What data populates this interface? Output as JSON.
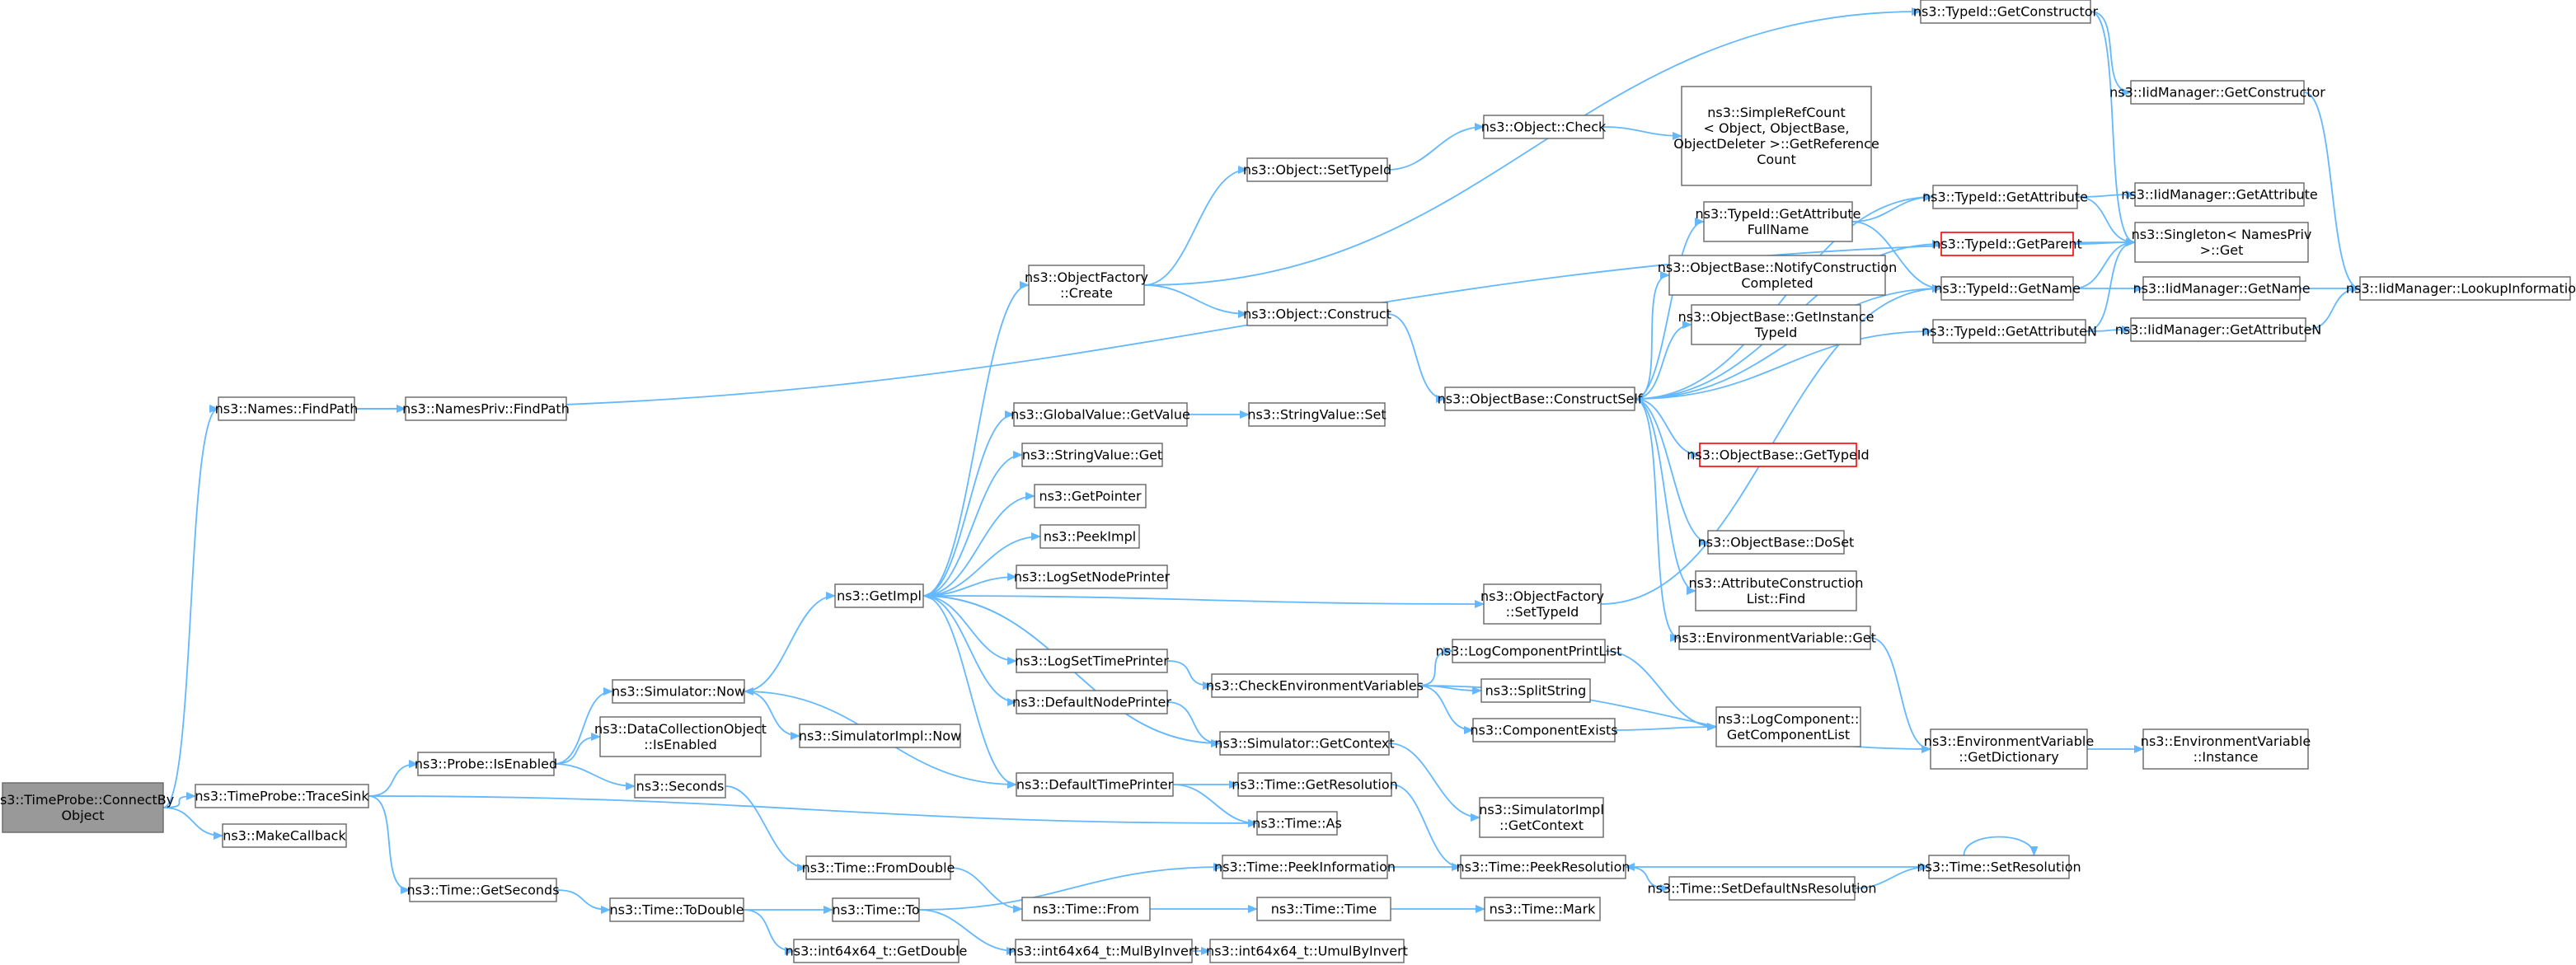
{
  "colors": {
    "edge": "#63b8ff",
    "node_border": "#666666",
    "root_fill": "#999999",
    "highlight_border": "#ff0000"
  },
  "nodes": [
    {
      "id": "connect",
      "lines": [
        "ns3::TimeProbe::ConnectBy",
        "Object"
      ],
      "style": "root"
    },
    {
      "id": "findpath",
      "lines": [
        "ns3::Names::FindPath"
      ]
    },
    {
      "id": "namesprivfind",
      "lines": [
        "ns3::NamesPriv::FindPath"
      ]
    },
    {
      "id": "tracesink",
      "lines": [
        "ns3::TimeProbe::TraceSink"
      ]
    },
    {
      "id": "makecb",
      "lines": [
        "ns3::MakeCallback"
      ]
    },
    {
      "id": "probeen",
      "lines": [
        "ns3::Probe::IsEnabled"
      ]
    },
    {
      "id": "simnow",
      "lines": [
        "ns3::Simulator::Now"
      ]
    },
    {
      "id": "dco",
      "lines": [
        "ns3::DataCollectionObject",
        "::IsEnabled"
      ]
    },
    {
      "id": "seconds",
      "lines": [
        "ns3::Seconds"
      ]
    },
    {
      "id": "simimplnow",
      "lines": [
        "ns3::SimulatorImpl::Now"
      ]
    },
    {
      "id": "getseconds",
      "lines": [
        "ns3::Time::GetSeconds"
      ]
    },
    {
      "id": "todouble",
      "lines": [
        "ns3::Time::ToDouble"
      ]
    },
    {
      "id": "timeto",
      "lines": [
        "ns3::Time::To"
      ]
    },
    {
      "id": "getdouble",
      "lines": [
        "ns3::int64x64_t::GetDouble"
      ]
    },
    {
      "id": "fromdouble",
      "lines": [
        "ns3::Time::FromDouble"
      ]
    },
    {
      "id": "getimpl",
      "lines": [
        "ns3::GetImpl"
      ]
    },
    {
      "id": "ofcreate",
      "lines": [
        "ns3::ObjectFactory",
        "::Create"
      ]
    },
    {
      "id": "gvget",
      "lines": [
        "ns3::GlobalValue::GetValue"
      ]
    },
    {
      "id": "svget",
      "lines": [
        "ns3::StringValue::Get"
      ]
    },
    {
      "id": "getpointer",
      "lines": [
        "ns3::GetPointer"
      ]
    },
    {
      "id": "peekimpl",
      "lines": [
        "ns3::PeekImpl"
      ]
    },
    {
      "id": "lognode",
      "lines": [
        "ns3::LogSetNodePrinter"
      ]
    },
    {
      "id": "logtime",
      "lines": [
        "ns3::LogSetTimePrinter"
      ]
    },
    {
      "id": "defnode",
      "lines": [
        "ns3::DefaultNodePrinter"
      ]
    },
    {
      "id": "deftime",
      "lines": [
        "ns3::DefaultTimePrinter"
      ]
    },
    {
      "id": "timefrom",
      "lines": [
        "ns3::Time::From"
      ]
    },
    {
      "id": "mulbyinv",
      "lines": [
        "ns3::int64x64_t::MulByInvert"
      ]
    },
    {
      "id": "umulbyinv",
      "lines": [
        "ns3::int64x64_t::UmulByInvert"
      ]
    },
    {
      "id": "timetime",
      "lines": [
        "ns3::Time::Time"
      ]
    },
    {
      "id": "timemark",
      "lines": [
        "ns3::Time::Mark"
      ]
    },
    {
      "id": "peekinfo",
      "lines": [
        "ns3::Time::PeekInformation"
      ]
    },
    {
      "id": "timeas",
      "lines": [
        "ns3::Time::As"
      ]
    },
    {
      "id": "getres",
      "lines": [
        "ns3::Time::GetResolution"
      ]
    },
    {
      "id": "simgetctx",
      "lines": [
        "ns3::Simulator::GetContext"
      ]
    },
    {
      "id": "simimplctx",
      "lines": [
        "ns3::SimulatorImpl",
        "::GetContext"
      ]
    },
    {
      "id": "checkenv",
      "lines": [
        "ns3::CheckEnvironmentVariables"
      ]
    },
    {
      "id": "logcompprint",
      "lines": [
        "ns3::LogComponentPrintList"
      ]
    },
    {
      "id": "splitstring",
      "lines": [
        "ns3::SplitString"
      ]
    },
    {
      "id": "compexists",
      "lines": [
        "ns3::ComponentExists"
      ]
    },
    {
      "id": "logcompget",
      "lines": [
        "ns3::LogComponent::",
        "GetComponentList"
      ]
    },
    {
      "id": "peekres",
      "lines": [
        "ns3::Time::PeekResolution"
      ]
    },
    {
      "id": "setdefns",
      "lines": [
        "ns3::Time::SetDefaultNsResolution"
      ]
    },
    {
      "id": "setres",
      "lines": [
        "ns3::Time::SetResolution"
      ]
    },
    {
      "id": "svset",
      "lines": [
        "ns3::StringValue::Set"
      ]
    },
    {
      "id": "ofsettid",
      "lines": [
        "ns3::ObjectFactory",
        "::SetTypeId"
      ]
    },
    {
      "id": "objsettid",
      "lines": [
        "ns3::Object::SetTypeId"
      ]
    },
    {
      "id": "objcheck",
      "lines": [
        "ns3::Object::Check"
      ]
    },
    {
      "id": "srcget",
      "lines": [
        "ns3::SimpleRefCount",
        "< Object, ObjectBase,",
        "ObjectDeleter >::GetReference",
        "Count"
      ]
    },
    {
      "id": "objconstruct",
      "lines": [
        "ns3::Object::Construct"
      ]
    },
    {
      "id": "obcself",
      "lines": [
        "ns3::ObjectBase::ConstructSelf"
      ]
    },
    {
      "id": "tidgafn",
      "lines": [
        "ns3::TypeId::GetAttribute",
        "FullName"
      ]
    },
    {
      "id": "obnotify",
      "lines": [
        "ns3::ObjectBase::NotifyConstruction",
        "Completed"
      ]
    },
    {
      "id": "obgitid",
      "lines": [
        "ns3::ObjectBase::GetInstance",
        "TypeId"
      ]
    },
    {
      "id": "obgettid",
      "lines": [
        "ns3::ObjectBase::GetTypeId"
      ],
      "style": "highlight"
    },
    {
      "id": "obdoset",
      "lines": [
        "ns3::ObjectBase::DoSet"
      ]
    },
    {
      "id": "acfind",
      "lines": [
        "ns3::AttributeConstruction",
        "List::Find"
      ]
    },
    {
      "id": "envget",
      "lines": [
        "ns3::EnvironmentVariable::Get"
      ]
    },
    {
      "id": "envdict",
      "lines": [
        "ns3::EnvironmentVariable",
        "::GetDictionary"
      ]
    },
    {
      "id": "envinst",
      "lines": [
        "ns3::EnvironmentVariable",
        "::Instance"
      ]
    },
    {
      "id": "tidgetctor",
      "lines": [
        "ns3::TypeId::GetConstructor"
      ]
    },
    {
      "id": "tidgetattr",
      "lines": [
        "ns3::TypeId::GetAttribute"
      ]
    },
    {
      "id": "tidgetparent",
      "lines": [
        "ns3::TypeId::GetParent"
      ],
      "style": "highlight"
    },
    {
      "id": "tidgetname",
      "lines": [
        "ns3::TypeId::GetName"
      ]
    },
    {
      "id": "tidgetattrn",
      "lines": [
        "ns3::TypeId::GetAttributeN"
      ]
    },
    {
      "id": "iidgetctor",
      "lines": [
        "ns3::IidManager::GetConstructor"
      ]
    },
    {
      "id": "iidgetattr",
      "lines": [
        "ns3::IidManager::GetAttribute"
      ]
    },
    {
      "id": "singleton",
      "lines": [
        "ns3::Singleton< NamesPriv",
        ">::Get"
      ]
    },
    {
      "id": "iidgetname",
      "lines": [
        "ns3::IidManager::GetName"
      ]
    },
    {
      "id": "iidgetattrn",
      "lines": [
        "ns3::IidManager::GetAttributeN"
      ]
    },
    {
      "id": "iidlookup",
      "lines": [
        "ns3::IidManager::LookupInformation"
      ]
    }
  ],
  "edges": [
    [
      "connect",
      "findpath"
    ],
    [
      "connect",
      "tracesink"
    ],
    [
      "connect",
      "makecb"
    ],
    [
      "findpath",
      "namesprivfind"
    ],
    [
      "findpath",
      "singleton"
    ],
    [
      "tracesink",
      "probeen"
    ],
    [
      "tracesink",
      "getseconds"
    ],
    [
      "tracesink",
      "timeas"
    ],
    [
      "probeen",
      "simnow"
    ],
    [
      "probeen",
      "dco"
    ],
    [
      "probeen",
      "seconds"
    ],
    [
      "simnow",
      "getimpl"
    ],
    [
      "simnow",
      "simimplnow"
    ],
    [
      "seconds",
      "fromdouble"
    ],
    [
      "getseconds",
      "todouble"
    ],
    [
      "todouble",
      "timeto"
    ],
    [
      "todouble",
      "getdouble"
    ],
    [
      "timeto",
      "peekinfo"
    ],
    [
      "timeto",
      "mulbyinv"
    ],
    [
      "fromdouble",
      "timefrom"
    ],
    [
      "timefrom",
      "timetime"
    ],
    [
      "timetime",
      "timemark"
    ],
    [
      "mulbyinv",
      "umulbyinv"
    ],
    [
      "getimpl",
      "ofcreate"
    ],
    [
      "getimpl",
      "gvget"
    ],
    [
      "getimpl",
      "svget"
    ],
    [
      "getimpl",
      "getpointer"
    ],
    [
      "getimpl",
      "peekimpl"
    ],
    [
      "getimpl",
      "lognode"
    ],
    [
      "getimpl",
      "ofsettid"
    ],
    [
      "getimpl",
      "logtime"
    ],
    [
      "getimpl",
      "defnode"
    ],
    [
      "getimpl",
      "deftime"
    ],
    [
      "getimpl",
      "simgetctx"
    ],
    [
      "ofcreate",
      "tidgetctor"
    ],
    [
      "ofcreate",
      "objsettid"
    ],
    [
      "ofcreate",
      "objconstruct"
    ],
    [
      "gvget",
      "svset"
    ],
    [
      "logtime",
      "checkenv"
    ],
    [
      "defnode",
      "simgetctx"
    ],
    [
      "deftime",
      "getres"
    ],
    [
      "deftime",
      "timeas"
    ],
    [
      "deftime",
      "simnow"
    ],
    [
      "simgetctx",
      "simimplctx"
    ],
    [
      "simgetctx",
      "getimpl"
    ],
    [
      "checkenv",
      "logcompprint"
    ],
    [
      "checkenv",
      "splitstring"
    ],
    [
      "checkenv",
      "compexists"
    ],
    [
      "checkenv",
      "envdict"
    ],
    [
      "logcompprint",
      "logcompget"
    ],
    [
      "compexists",
      "logcompget"
    ],
    [
      "getres",
      "peekres"
    ],
    [
      "peekinfo",
      "peekres"
    ],
    [
      "setres",
      "peekres"
    ],
    [
      "setres",
      "setres"
    ],
    [
      "setdefns",
      "setres"
    ],
    [
      "peekres",
      "setdefns"
    ],
    [
      "objsettid",
      "objcheck"
    ],
    [
      "objcheck",
      "srcget"
    ],
    [
      "objconstruct",
      "obcself"
    ],
    [
      "obcself",
      "tidgafn"
    ],
    [
      "obcself",
      "obnotify"
    ],
    [
      "obcself",
      "obgitid"
    ],
    [
      "obcself",
      "obgettid"
    ],
    [
      "obcself",
      "obdoset"
    ],
    [
      "obcself",
      "acfind"
    ],
    [
      "obcself",
      "envget"
    ],
    [
      "obcself",
      "tidgetattr"
    ],
    [
      "obcself",
      "tidgetparent"
    ],
    [
      "obcself",
      "tidgetname"
    ],
    [
      "obcself",
      "tidgetattrn"
    ],
    [
      "tidgafn",
      "tidgetattr"
    ],
    [
      "tidgafn",
      "tidgetname"
    ],
    [
      "envget",
      "envdict"
    ],
    [
      "envdict",
      "envinst"
    ],
    [
      "ofsettid",
      "tidgetname"
    ],
    [
      "tidgetctor",
      "iidgetctor"
    ],
    [
      "tidgetctor",
      "singleton"
    ],
    [
      "tidgetattr",
      "iidgetattr"
    ],
    [
      "tidgetattr",
      "singleton"
    ],
    [
      "tidgetparent",
      "singleton"
    ],
    [
      "tidgetname",
      "iidgetname"
    ],
    [
      "tidgetname",
      "singleton"
    ],
    [
      "tidgetattrn",
      "iidgetattrn"
    ],
    [
      "tidgetattrn",
      "singleton"
    ],
    [
      "iidgetctor",
      "iidlookup"
    ],
    [
      "iidgetname",
      "iidlookup"
    ],
    [
      "iidgetattrn",
      "iidlookup"
    ]
  ]
}
